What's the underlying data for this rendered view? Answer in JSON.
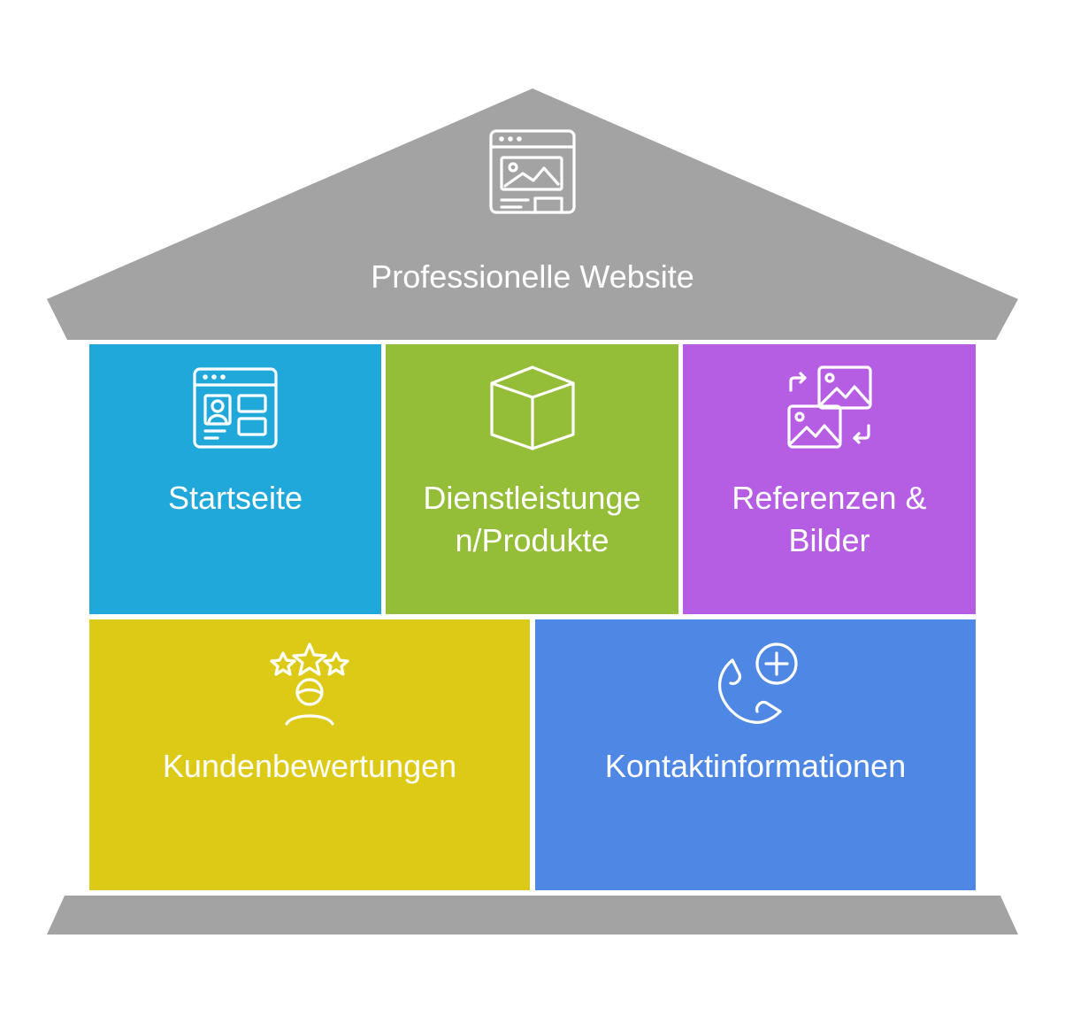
{
  "title": "Professionelle Website",
  "pillars": [
    {
      "label": "Startseite",
      "icon": "homepage-layout-icon",
      "color": "#21A8DA"
    },
    {
      "label": "Dienstleistunge\nn/Produkte",
      "icon": "box-icon",
      "color": "#94BD38"
    },
    {
      "label": "Referenzen &\nBilder",
      "icon": "image-swap-icon",
      "color": "#B65EE3"
    }
  ],
  "foundations": [
    {
      "label": "Kundenbewertungen",
      "icon": "customer-rating-icon",
      "color": "#DDCA17"
    },
    {
      "label": "Kontaktinformationen",
      "icon": "phone-add-icon",
      "color": "#4E88E4"
    }
  ],
  "colors": {
    "roof": "#A3A3A3",
    "base": "#A3A3A3",
    "text": "#FFFFFF"
  }
}
